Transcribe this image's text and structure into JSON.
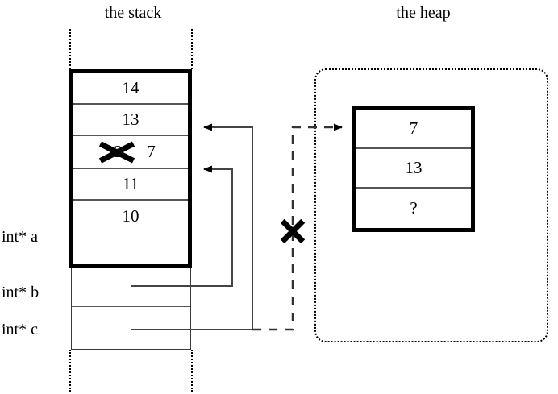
{
  "titles": {
    "stack": "the stack",
    "heap": "the heap"
  },
  "stack": {
    "active_cells": [
      {
        "value": "14",
        "crossed_out": false,
        "extra": ""
      },
      {
        "value": "13",
        "crossed_out": false,
        "extra": ""
      },
      {
        "value": "12",
        "crossed_out": true,
        "extra": "7"
      },
      {
        "value": "11",
        "crossed_out": false,
        "extra": ""
      },
      {
        "value": "10",
        "crossed_out": false,
        "extra": ""
      }
    ],
    "inactive_cells": [
      {
        "value": ""
      },
      {
        "value": ""
      }
    ],
    "variables": [
      {
        "name": "int* a",
        "label": "int* a"
      },
      {
        "name": "int* b",
        "label": "int* b"
      },
      {
        "name": "int* c",
        "label": "int* c"
      }
    ]
  },
  "heap": {
    "cells": [
      {
        "value": "7"
      },
      {
        "value": "13"
      },
      {
        "value": "?"
      }
    ]
  },
  "annotations": {
    "crossed_stack_value": "12",
    "replacement_stack_value": "7",
    "dead_pointer_mark": "X"
  },
  "colors": {
    "ink": "#000000",
    "background": "#ffffff",
    "cell_divider": "#555555",
    "connector": "#444444"
  }
}
